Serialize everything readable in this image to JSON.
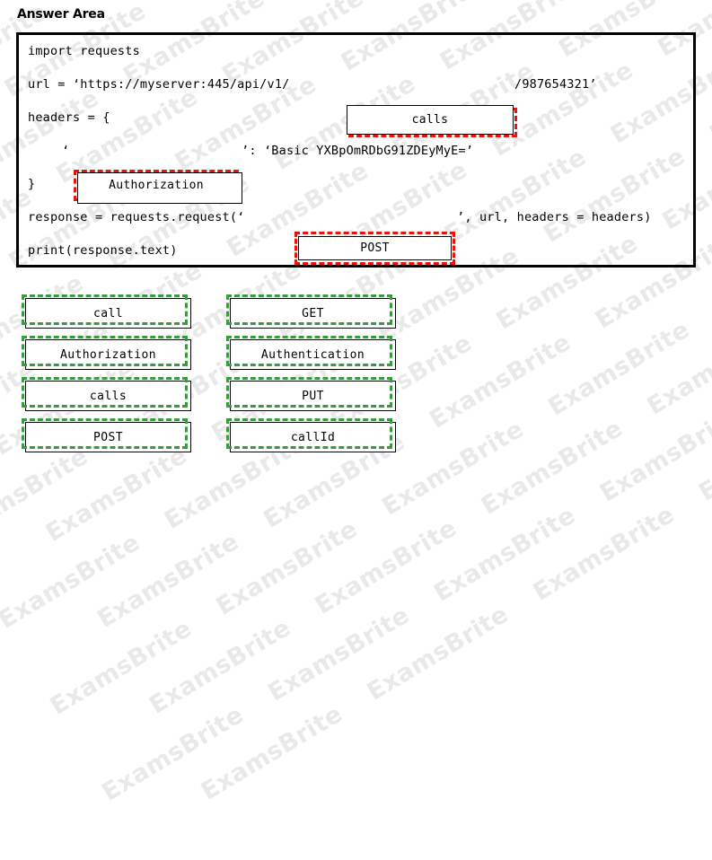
{
  "page": {
    "title": "Answer Area",
    "watermark_text": "ExamsBrite"
  },
  "code": {
    "line_import": "import requests",
    "line_url": "url = ‘https://myserver:445/api/v1/",
    "line_url_tail": "/987654321’",
    "line_headers": "headers = {",
    "line_auth_prefix": "‘",
    "line_auth_suffix": "’: ‘Basic YXBpOmRDbG91ZDEyMyE=’",
    "line_close_brace": "}",
    "line_response_prefix": "response = requests.request(‘",
    "line_response_suffix": "’, url, headers = headers)",
    "line_print": "print(response.text)"
  },
  "drop_slots": [
    {
      "id": "calls",
      "value": "calls"
    },
    {
      "id": "authorization",
      "value": "Authorization"
    },
    {
      "id": "post",
      "value": "POST"
    }
  ],
  "options": [
    {
      "label": "call"
    },
    {
      "label": "GET"
    },
    {
      "label": "Authorization"
    },
    {
      "label": "Authentication"
    },
    {
      "label": "calls"
    },
    {
      "label": "PUT"
    },
    {
      "label": "POST"
    },
    {
      "label": "callId"
    }
  ],
  "colors": {
    "drop_outline": "#e8120e",
    "option_outline": "#3a9a3f",
    "border": "#000000",
    "watermark": "#e9e9e9"
  }
}
